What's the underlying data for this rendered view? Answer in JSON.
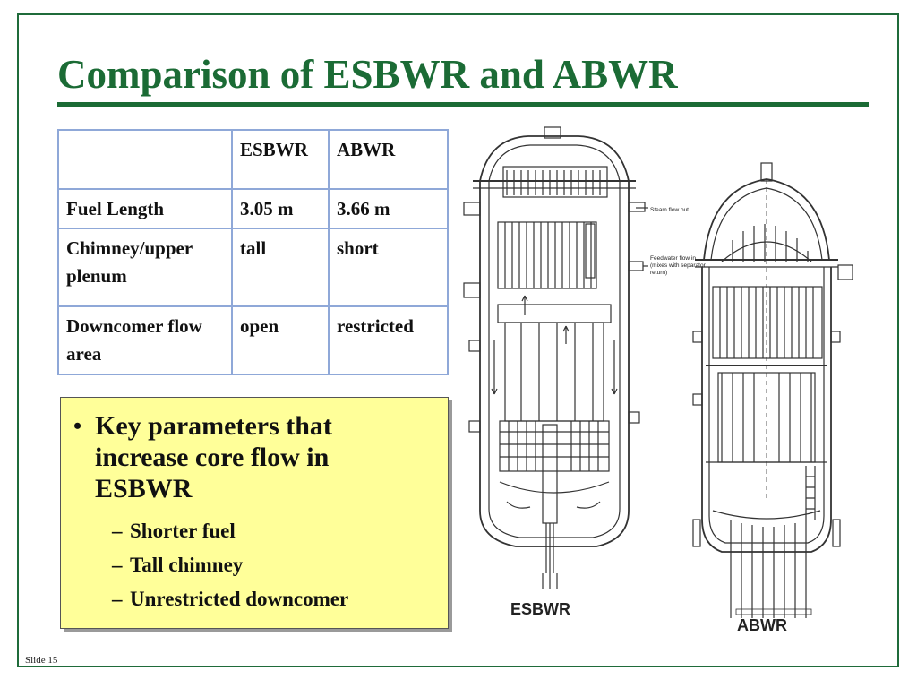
{
  "title": "Comparison of ESBWR and ABWR",
  "table": {
    "headers": [
      "",
      "ESBWR",
      "ABWR"
    ],
    "rows": [
      {
        "label": "Fuel Length",
        "esbwr": "3.05 m",
        "abwr": "3.66 m"
      },
      {
        "label": "Chimney/upper plenum",
        "esbwr": "tall",
        "abwr": "short"
      },
      {
        "label": "Downcomer flow area",
        "esbwr": "open",
        "abwr": "restricted"
      }
    ]
  },
  "callout": {
    "bullet": "Key parameters that increase core flow in ESBWR",
    "sub_items": [
      "Shorter fuel",
      "Tall chimney",
      "Unrestricted downcomer"
    ]
  },
  "diagram": {
    "esbwr_label": "ESBWR",
    "abwr_label": "ABWR",
    "annotations": {
      "steam_flow": "Steam flow out",
      "feedwater": "Feedwater flow in",
      "feedwater_note1": "(mixes with separator",
      "feedwater_note2": "return)"
    }
  },
  "footer": {
    "slide_number": "Slide 15"
  },
  "colors": {
    "title": "#1b6b35",
    "table_border": "#8fa8d8",
    "callout_bg": "#ffff99"
  }
}
